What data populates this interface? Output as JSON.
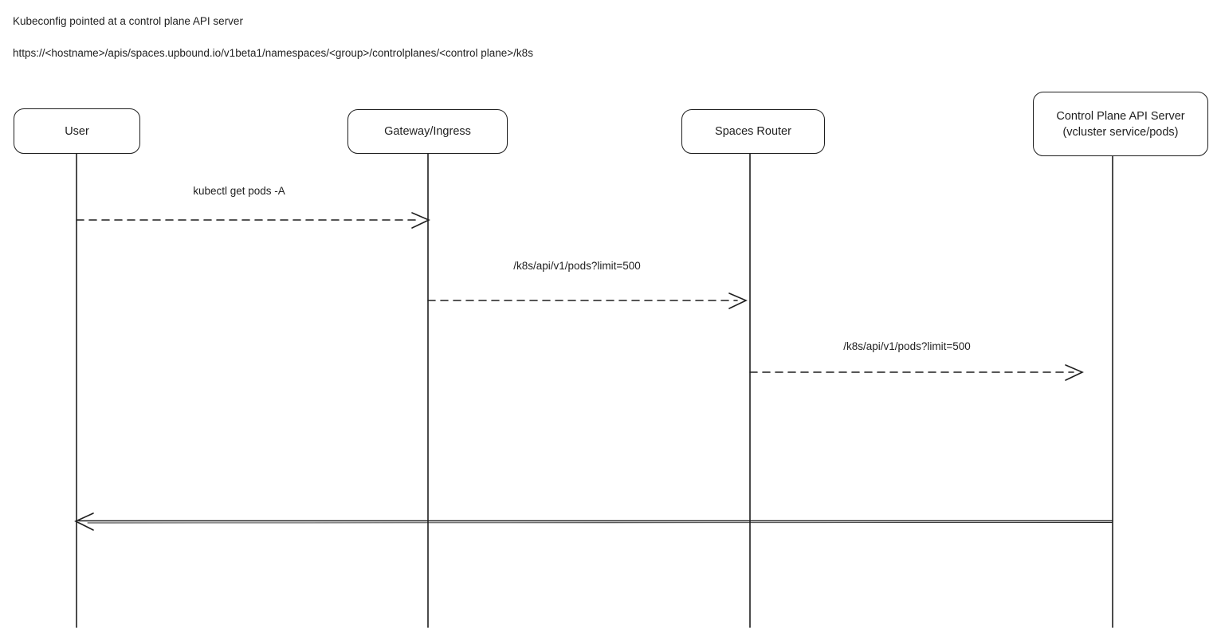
{
  "header": {
    "title": "Kubeconfig pointed at a control plane API server",
    "url": "https://<hostname>/apis/spaces.upbound.io/v1beta1/namespaces/<group>/controlplanes/<control plane>/k8s"
  },
  "diagram": {
    "type": "sequence",
    "actors": [
      {
        "id": "user",
        "label": "User"
      },
      {
        "id": "gateway",
        "label": "Gateway/Ingress"
      },
      {
        "id": "spaces-router",
        "label": "Spaces Router"
      },
      {
        "id": "control-plane",
        "label": "Control Plane API Server",
        "sublabel": "(vcluster service/pods)"
      }
    ],
    "messages": [
      {
        "from": "user",
        "to": "gateway",
        "label": "kubectl get pods -A",
        "style": "dashed"
      },
      {
        "from": "gateway",
        "to": "spaces-router",
        "label": "/k8s/api/v1/pods?limit=500",
        "style": "dashed"
      },
      {
        "from": "spaces-router",
        "to": "control-plane",
        "label": "/k8s/api/v1/pods?limit=500",
        "style": "dashed"
      },
      {
        "from": "control-plane",
        "to": "user",
        "label": "",
        "style": "solid"
      }
    ],
    "colors": {
      "stroke": "#1f1f1f",
      "text": "#1f1f1f",
      "background": "#ffffff"
    }
  }
}
